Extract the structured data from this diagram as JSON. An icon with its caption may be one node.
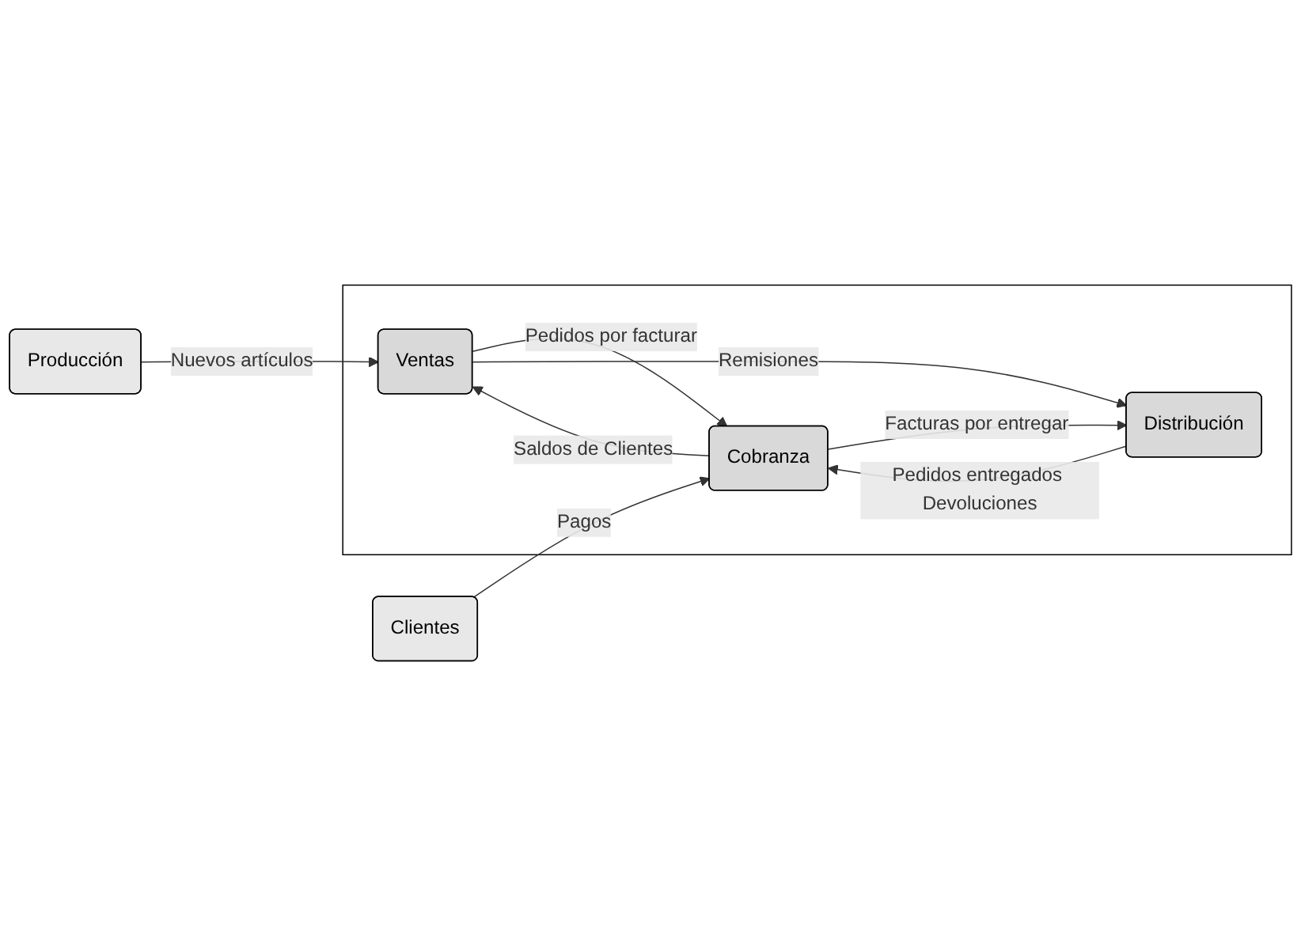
{
  "diagram": {
    "nodes": [
      {
        "text": [
          "Producción"
        ]
      },
      {
        "text": [
          "Clientes"
        ]
      },
      {
        "text": [],
        "shape": "box"
      },
      {
        "text": [
          "Ventas"
        ],
        "in": 2
      },
      {
        "text": [
          "Cobranza"
        ],
        "in": 2
      },
      {
        "text": [
          "Distribución"
        ],
        "in": 2
      }
    ],
    "edges": [
      {
        "from": 0,
        "to": 3,
        "arrow": "to",
        "label": "Nuevos artículos"
      },
      {
        "from": 3,
        "to": 4,
        "arrow": "to",
        "label": "Pedidos por facturar"
      },
      {
        "from": 4,
        "to": 3,
        "arrow": "to",
        "label": "Saldos de Clientes"
      },
      {
        "from": 1,
        "to": 4,
        "arrow": "to",
        "label": "Pagos"
      },
      {
        "from": 4,
        "to": 5,
        "arrow": "to",
        "label": "Facturas por entregar"
      },
      {
        "from": 3,
        "to": 5,
        "arrow": "to",
        "label": "Remisiones"
      },
      {
        "from": 5,
        "to": 4,
        "arrow": "to",
        "label": "Pedidos entregados Devoluciones"
      }
    ]
  }
}
